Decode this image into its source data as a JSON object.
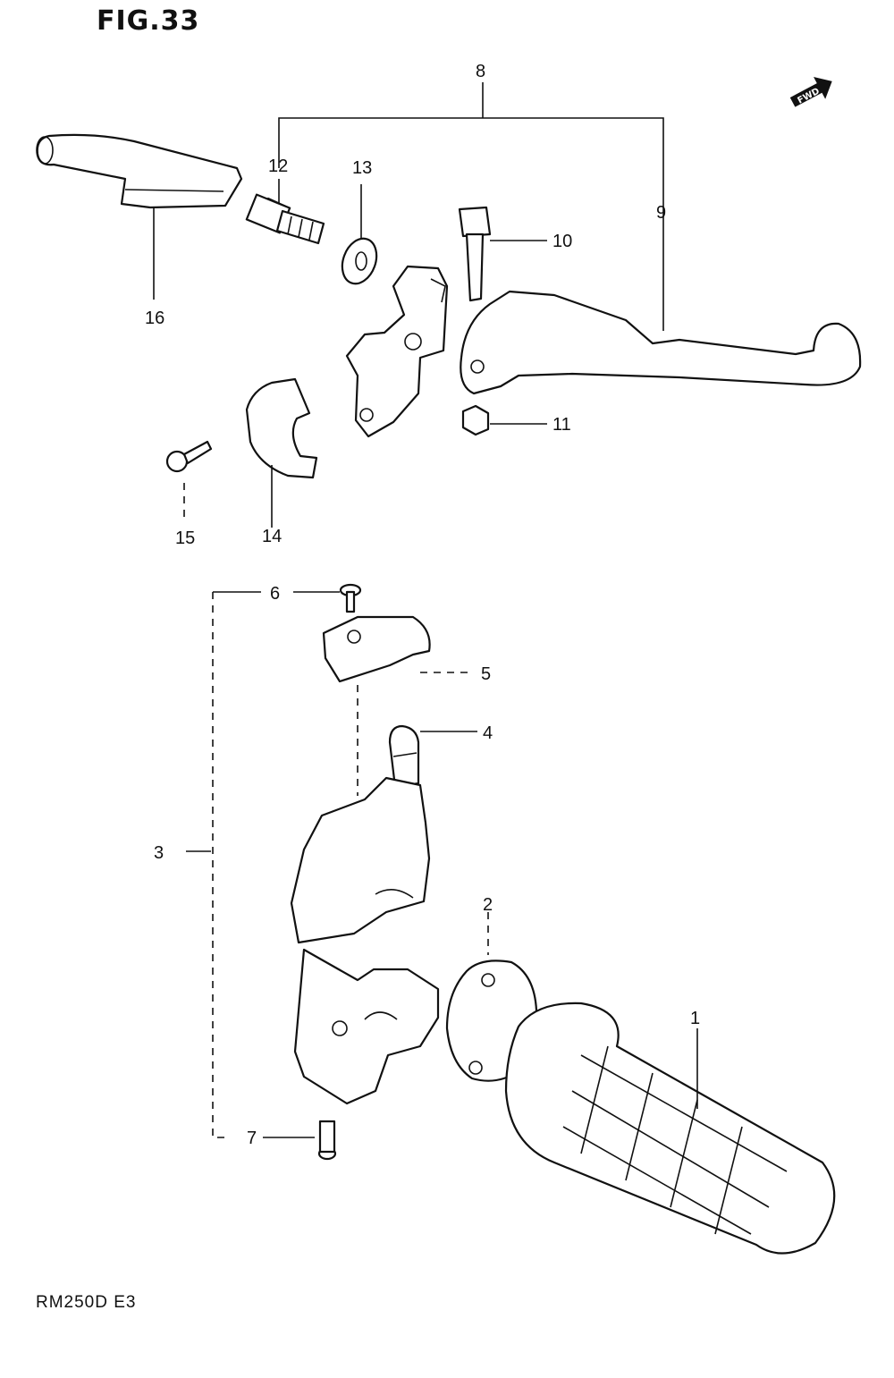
{
  "figure": {
    "title": "FIG.33"
  },
  "footer": {
    "model_code": "RM250D E3"
  },
  "badge": {
    "text": "FWD",
    "icon": "forward-arrow-icon"
  },
  "callouts": {
    "c1": "1",
    "c2": "2",
    "c3": "3",
    "c4": "4",
    "c5": "5",
    "c6": "6",
    "c7": "7",
    "c8": "8",
    "c9": "9",
    "c10": "10",
    "c11": "11",
    "c12": "12",
    "c13": "13",
    "c14": "14",
    "c15": "15",
    "c16": "16"
  }
}
